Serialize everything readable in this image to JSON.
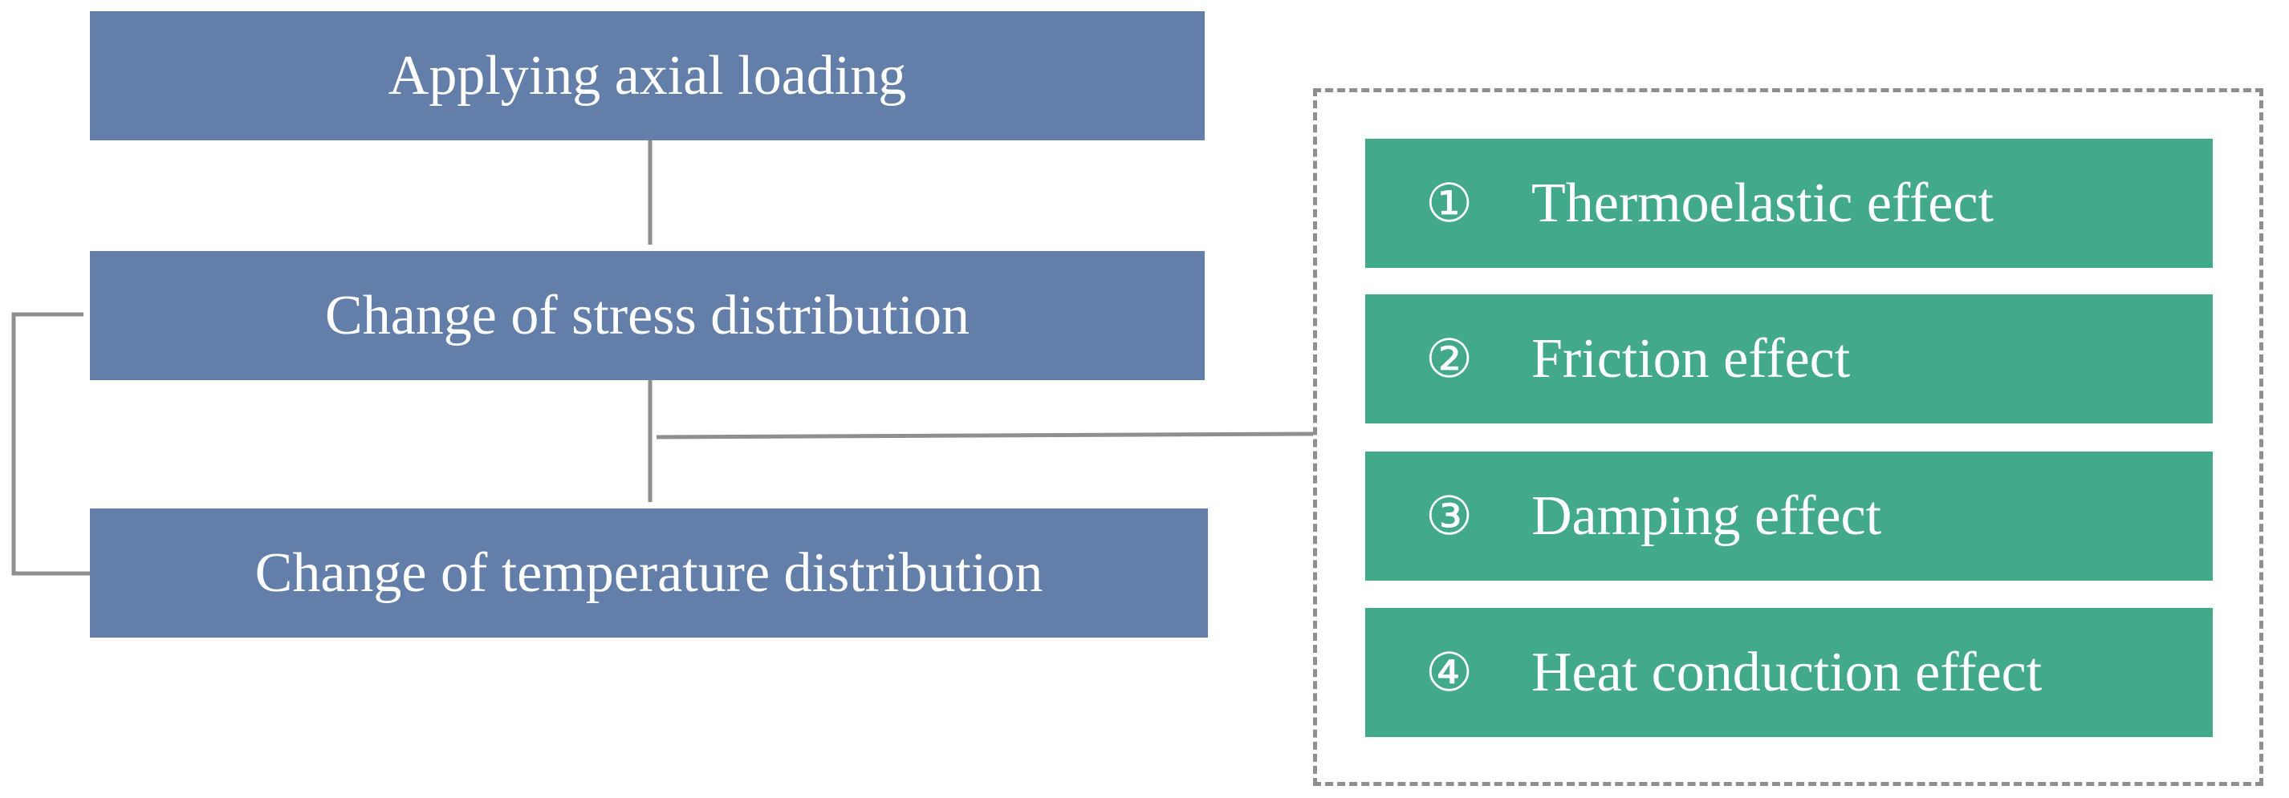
{
  "flow": {
    "step1": "Applying axial loading",
    "step2": "Change of stress distribution",
    "step3": "Change of temperature distribution"
  },
  "effects": [
    {
      "num": "①",
      "label": "Thermoelastic effect"
    },
    {
      "num": "②",
      "label": "Friction effect"
    },
    {
      "num": "③",
      "label": "Damping effect"
    },
    {
      "num": "④",
      "label": "Heat conduction effect"
    }
  ],
  "colors": {
    "flow_box": "#627ea9",
    "effect_box": "#42a98b",
    "arrow": "#8f8f8f"
  }
}
